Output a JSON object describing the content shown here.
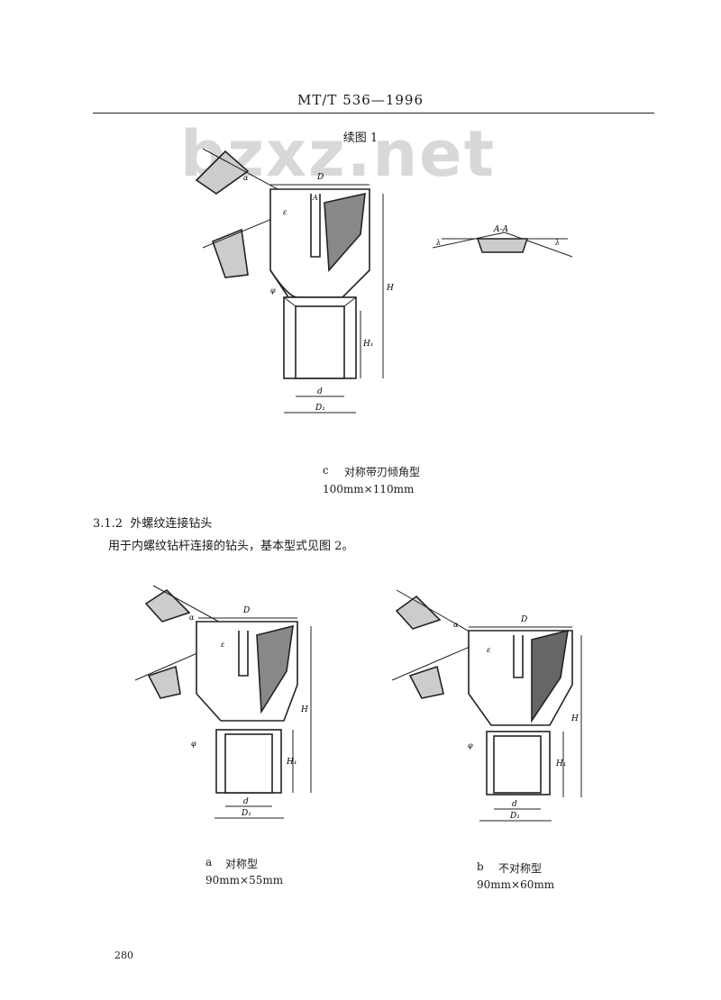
{
  "header": {
    "standard": "MT/T 536—1996"
  },
  "watermark": "bzxz.net",
  "figure_continued": "续图 1",
  "figure_c": {
    "letter": "c",
    "name": "对称带刃倾角型",
    "size": "100mm×110mm"
  },
  "section": {
    "number": "3.1.2",
    "title": "外螺纹连接钻头",
    "body": "用于内螺纹钻杆连接的钻头，基本型式见图 2。"
  },
  "figure_a": {
    "letter": "a",
    "name": "对称型",
    "size": "90mm×55mm"
  },
  "figure_b": {
    "letter": "b",
    "name": "不对称型",
    "size": "90mm×60mm"
  },
  "labels": {
    "D": "D",
    "H": "H",
    "H1": "H₁",
    "d": "d",
    "D1": "D₁",
    "alpha": "α",
    "epsilon": "ε",
    "phi": "φ",
    "lambda": "λ",
    "AA": "A-A",
    "A": "A"
  },
  "page_number": "280"
}
